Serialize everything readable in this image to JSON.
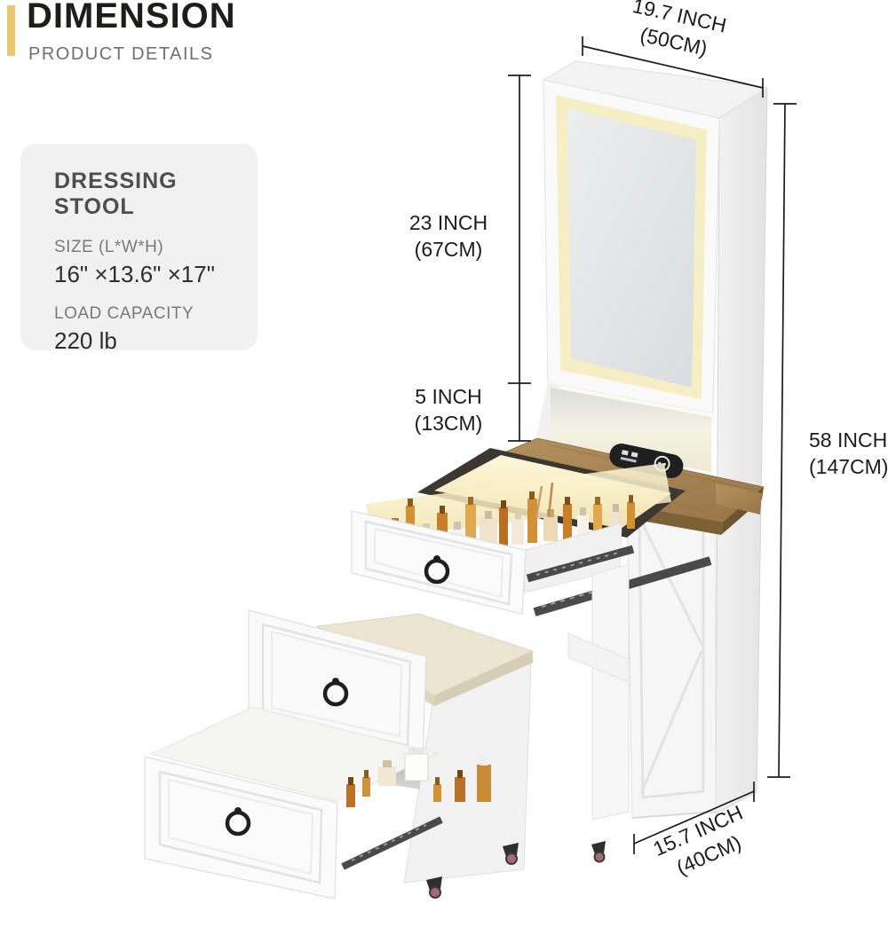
{
  "header": {
    "title": "DIMENSION",
    "subtitle": "PRODUCT DETAILS"
  },
  "spec_card": {
    "title": "DRESSING STOOL",
    "size_label": "SIZE (L*W*H)",
    "size_value": "16\" ×13.6\" ×17\"",
    "capacity_label": "LOAD CAPACITY",
    "capacity_value": "220 lb"
  },
  "dimensions": {
    "top_width": {
      "line1": "19.7 INCH",
      "line2": "(50CM)"
    },
    "mirror_height": {
      "line1": "23 INCH",
      "line2": "(67CM)"
    },
    "gap_height": {
      "line1": "5 INCH",
      "line2": "(13CM)"
    },
    "total_height": {
      "line1": "58 INCH",
      "line2": "(147CM)"
    },
    "depth": {
      "line1": "15.7 INCH",
      "line2": "(40CM)"
    }
  },
  "colors": {
    "accent": "#eac76d",
    "card_bg": "#f1f1f1",
    "title_color": "#1d1d1b",
    "subtitle_color": "#6f6f6f",
    "line": "#1c1c1c",
    "wood": "#ab8858",
    "wood_dark": "#7d6136",
    "led": "#f6efc5",
    "mirror": "#e2e5e6",
    "cushion": "#ece5d1",
    "furniture": "#f8f8f8",
    "furniture_shade": "#ebebeb",
    "handle": "#1f1f1f",
    "rail": "#4a4a4a"
  }
}
